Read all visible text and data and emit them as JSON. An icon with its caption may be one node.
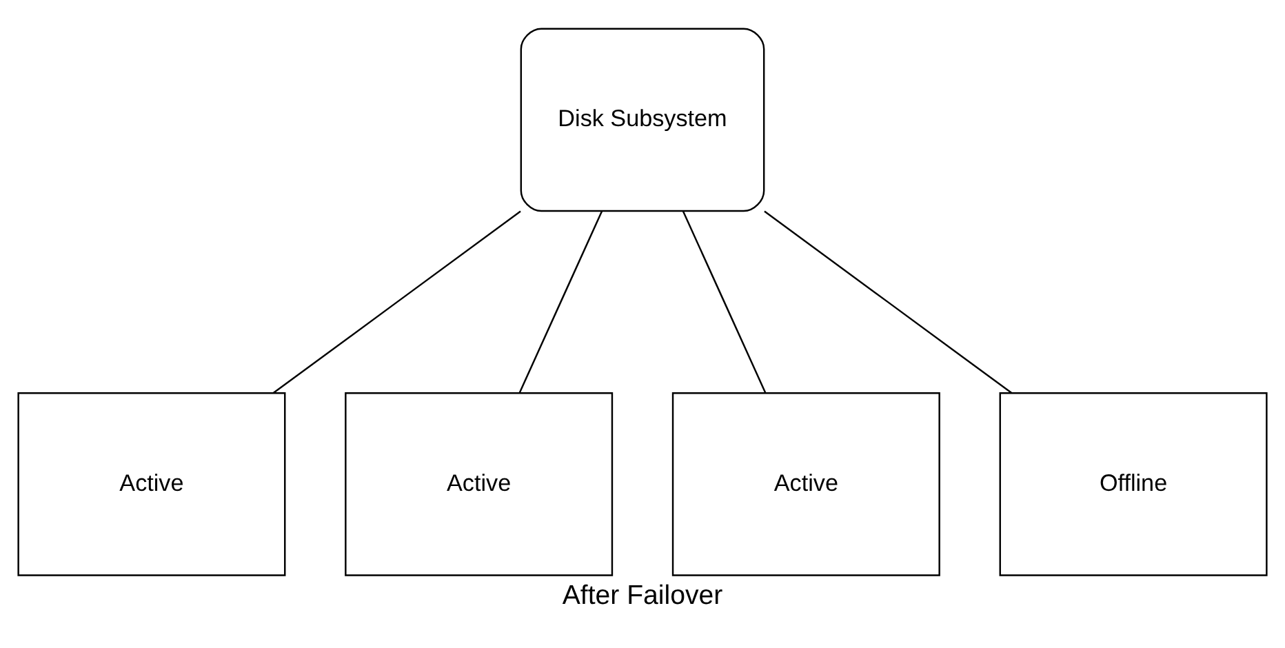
{
  "diagram": {
    "caption": "After Failover",
    "nodes": [
      {
        "text": [
          "Disk Subsystem"
        ]
      },
      {
        "text": [
          "Active"
        ]
      },
      {
        "text": [
          "Active"
        ]
      },
      {
        "text": [
          "Active"
        ]
      },
      {
        "text": [
          "Offline"
        ]
      }
    ],
    "edges": [
      {
        "from": 0,
        "to": 1,
        "arrow": "none"
      },
      {
        "from": 0,
        "to": 2,
        "arrow": "none"
      },
      {
        "from": 0,
        "to": 3,
        "arrow": "none"
      },
      {
        "from": 0,
        "to": 4,
        "arrow": "none"
      }
    ]
  }
}
